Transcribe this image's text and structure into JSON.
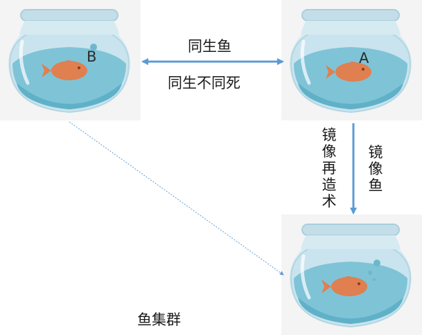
{
  "labels": {
    "twin_fish": "同生鱼",
    "twin_not_die": "同生不同死",
    "mirror_recreation": "镜像再造术",
    "mirror_fish": "镜像鱼",
    "fish_cluster": "鱼集群",
    "fish_b": "B",
    "fish_a": "A"
  },
  "colors": {
    "arrow": "#5b9bd5",
    "fish": "#e07f4f",
    "water": "#7ec3d6",
    "glass": "#cfe6ee",
    "panel": "#f4f4f4"
  },
  "icons": {
    "bowl": "fishbowl-icon",
    "fish": "goldfish-icon",
    "bubble": "bubble-icon"
  }
}
